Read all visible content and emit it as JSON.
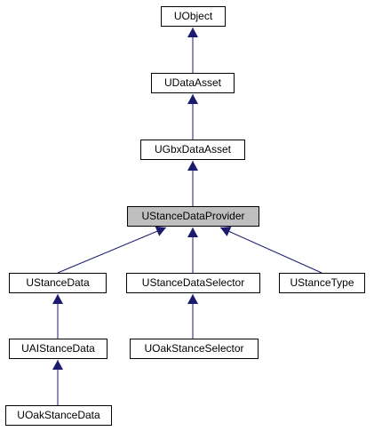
{
  "diagram": {
    "nodes": {
      "uobject": "UObject",
      "udataasset": "UDataAsset",
      "ugbxdataasset": "UGbxDataAsset",
      "ustancedataprovider": "UStanceDataProvider",
      "ustancedata": "UStanceData",
      "ustancedataselector": "UStanceDataSelector",
      "ustancetype": "UStanceType",
      "uaistancedata": "UAIStanceData",
      "uoakstanceselector": "UOakStanceSelector",
      "uoakstancedata": "UOakStanceData"
    },
    "edges": [
      {
        "from": "udataasset",
        "to": "uobject"
      },
      {
        "from": "ugbxdataasset",
        "to": "udataasset"
      },
      {
        "from": "ustancedataprovider",
        "to": "ugbxdataasset"
      },
      {
        "from": "ustancedata",
        "to": "ustancedataprovider"
      },
      {
        "from": "ustancedataselector",
        "to": "ustancedataprovider"
      },
      {
        "from": "ustancetype",
        "to": "ustancedataprovider"
      },
      {
        "from": "uaistancedata",
        "to": "ustancedata"
      },
      {
        "from": "uoakstanceselector",
        "to": "ustancedataselector"
      },
      {
        "from": "uoakstancedata",
        "to": "uaistancedata"
      }
    ],
    "highlighted_node": "ustancedataprovider",
    "colors": {
      "edge": "#1a1a6e",
      "node_border": "#000000",
      "node_fill": "#ffffff",
      "highlight_fill": "#bfbfbf"
    }
  }
}
